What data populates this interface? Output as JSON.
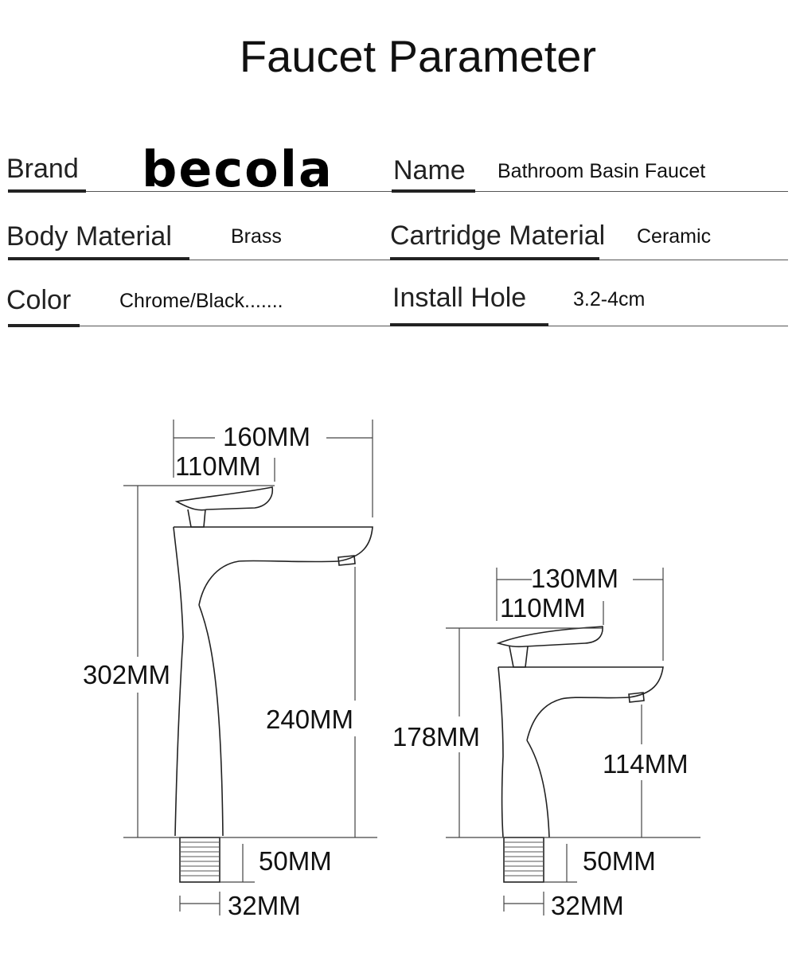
{
  "title": "Faucet Parameter",
  "specs": {
    "brand_label": "Brand",
    "brand_logo": "becola",
    "name_label": "Name",
    "name_value": "Bathroom Basin Faucet",
    "body_material_label": "Body Material",
    "body_material_value": "Brass",
    "cartridge_material_label": "Cartridge Material",
    "cartridge_material_value": "Ceramic",
    "color_label": "Color",
    "color_value": "Chrome/Black.......",
    "install_hole_label": "Install Hole",
    "install_hole_value": "3.2-4cm"
  },
  "tall_faucet": {
    "width_total": "160MM",
    "handle_width": "110MM",
    "height_total": "302MM",
    "spout_height": "240MM",
    "thread_length": "50MM",
    "thread_diameter": "32MM"
  },
  "short_faucet": {
    "width_total": "130MM",
    "handle_width": "110MM",
    "height_total": "178MM",
    "spout_height": "114MM",
    "thread_length": "50MM",
    "thread_diameter": "32MM"
  }
}
